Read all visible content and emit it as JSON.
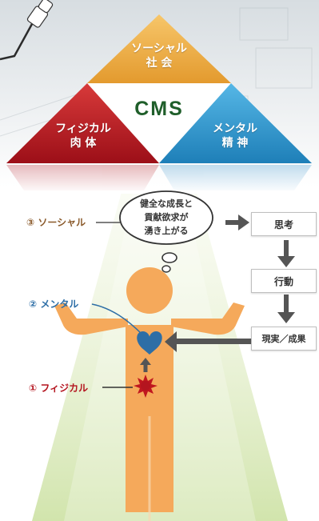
{
  "triangle": {
    "top_line1": "ソーシャル",
    "top_line2": "社 会",
    "center": "CMS",
    "left_line1": "フィジカル",
    "left_line2": "肉 体",
    "right_line1": "メンタル",
    "right_line2": "精 神"
  },
  "labels": {
    "social": "③ ソーシャル",
    "mental": "② メンタル",
    "physical": "① フィジカル"
  },
  "thought": {
    "line1": "健全な成長と",
    "line2": "貢献欲求が",
    "line3": "湧き上がる"
  },
  "flow": {
    "box1": "思考",
    "box2": "行動",
    "box3": "現実／成果"
  },
  "colors": {
    "orange": "#f5a95b",
    "red": "#b4151f",
    "blue": "#2d6ea6",
    "social_label": "#8a5a2b",
    "mental_label": "#2d6ea6",
    "physical_label": "#b4151f"
  }
}
